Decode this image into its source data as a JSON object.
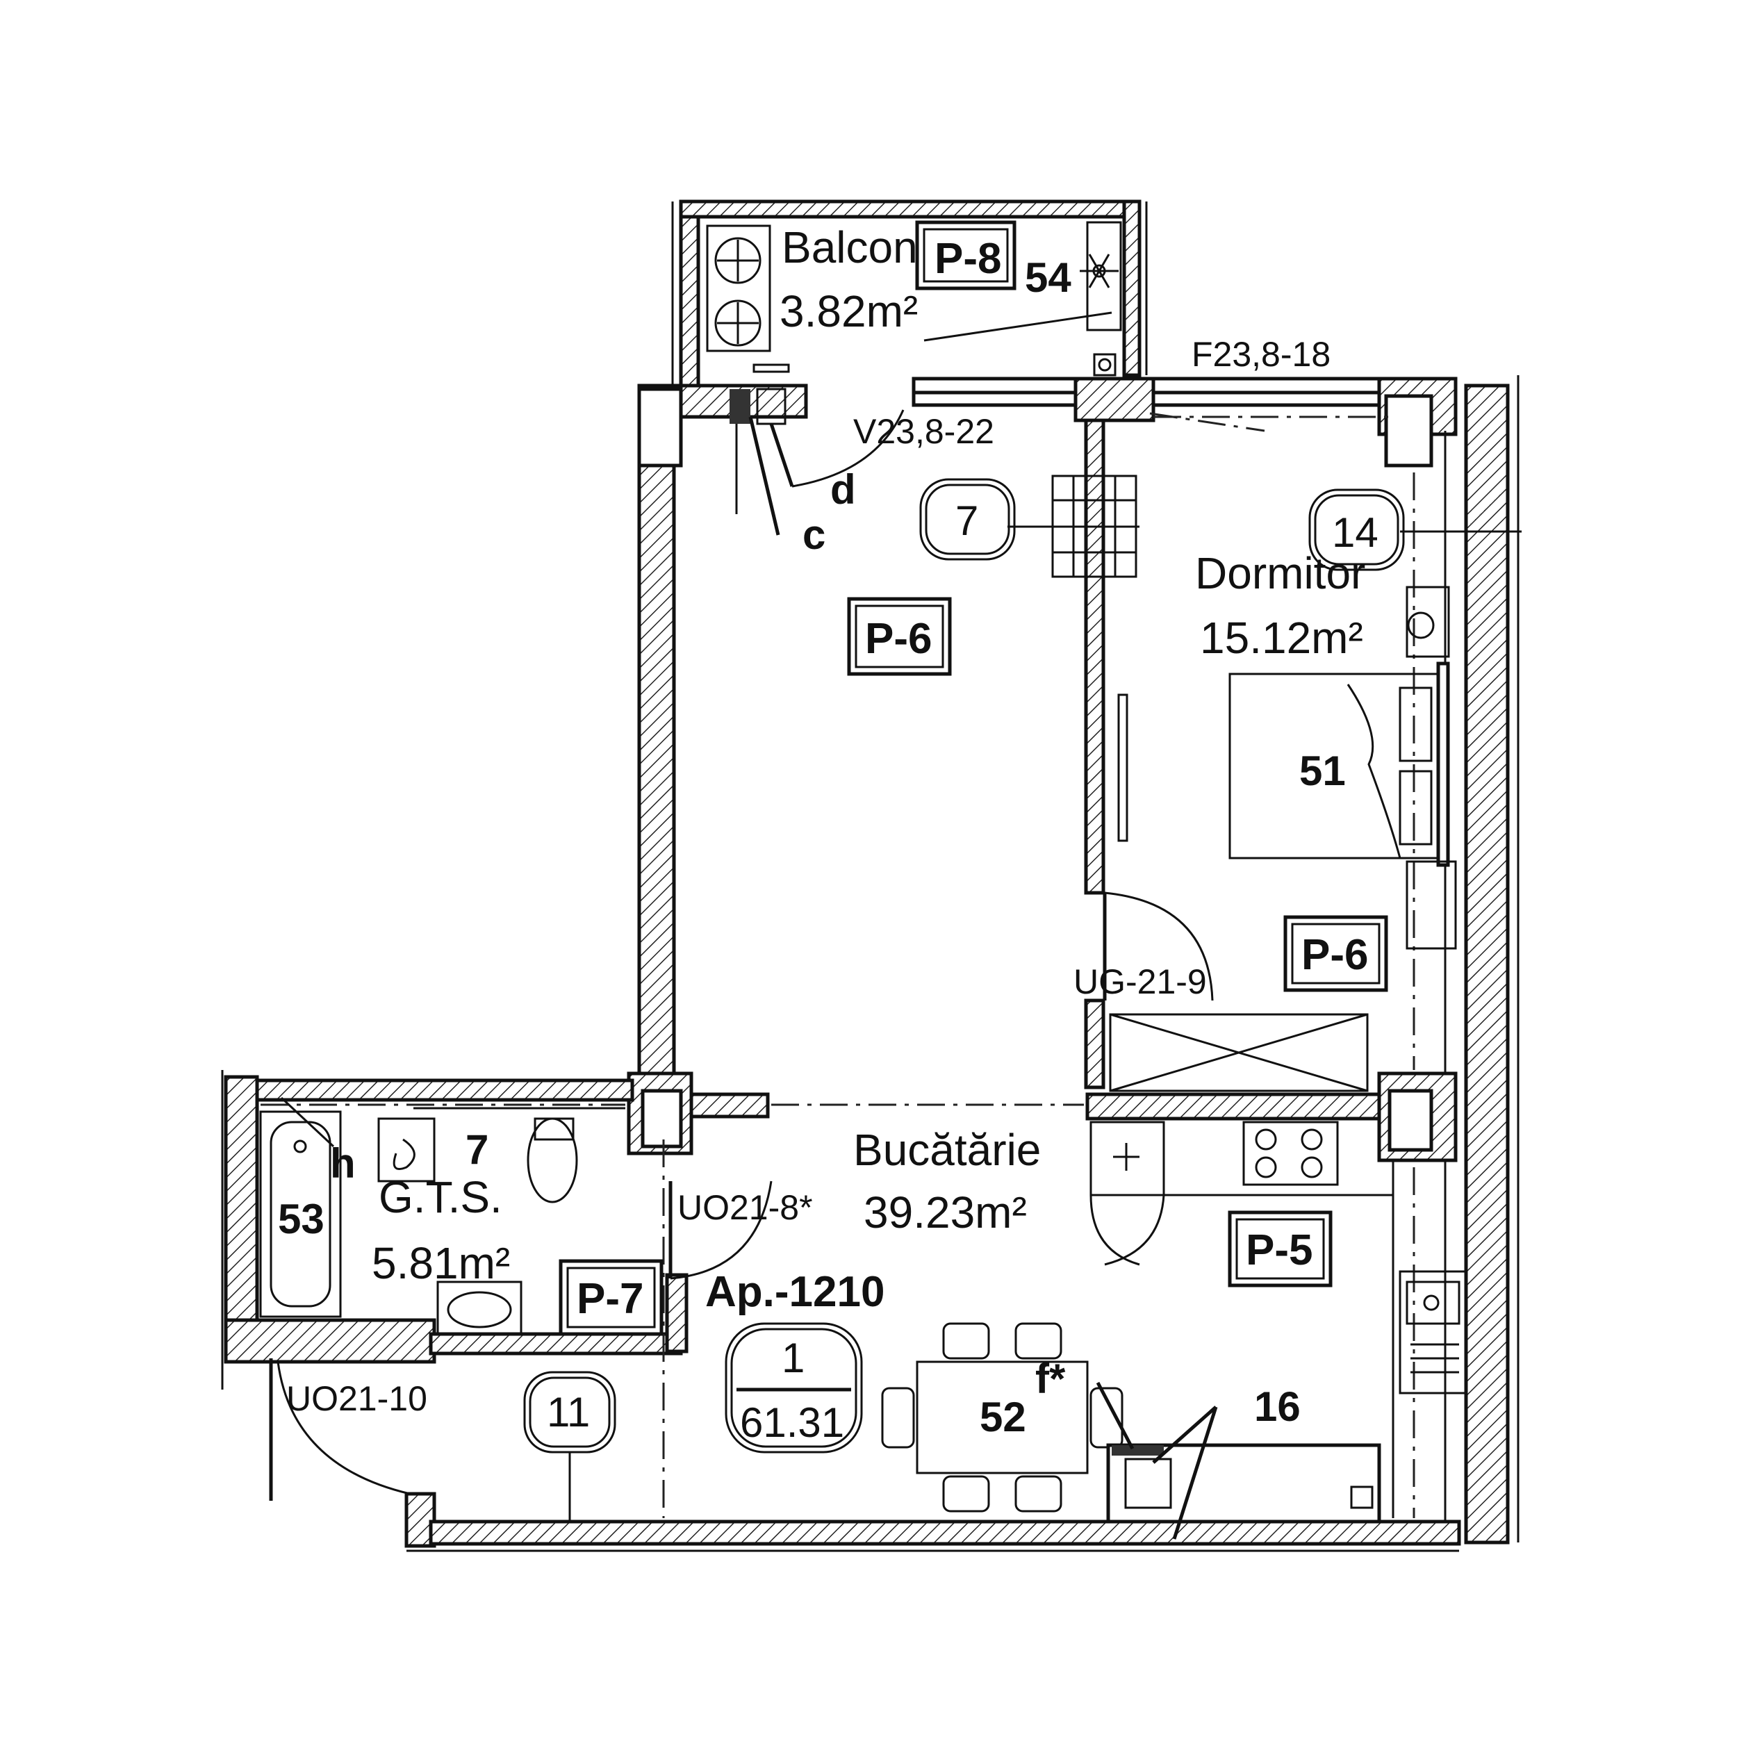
{
  "rooms": {
    "balcon": {
      "name": "Balcon",
      "area": "3.82m²"
    },
    "dormitor": {
      "name": "Dormitor",
      "area": "15.12m²"
    },
    "bucatarie": {
      "name": "Bucătărie",
      "area": "39.23m²"
    },
    "gts": {
      "name": "G.T.S.",
      "area": "5.81m²"
    }
  },
  "finish_codes": {
    "balcon": "P-8",
    "hall": "P-6",
    "dormitor": "P-6",
    "bucatarie": "P-5",
    "gts": "P-7"
  },
  "openings": {
    "window_balcony": "V23,8-22",
    "window_bedroom": "F23,8-18",
    "door_bedroom": "UG-21-9",
    "door_gts": "UO21-8*",
    "door_entry": "UO21-10"
  },
  "furniture_numbers": {
    "balcony_appliance": "54",
    "bed": "51",
    "dining": "52",
    "bath": "53",
    "kitchen_unit": "16",
    "gts_fixture": "7"
  },
  "markers": {
    "c": "c",
    "d": "d",
    "h": "h",
    "f": "f*"
  },
  "ovals": {
    "radiator_hall": "7",
    "radiator_bedroom": "14",
    "entry": "11"
  },
  "apartment": {
    "id": "Ap.-1210",
    "rooms_count": "1",
    "total_area": "61.31"
  }
}
